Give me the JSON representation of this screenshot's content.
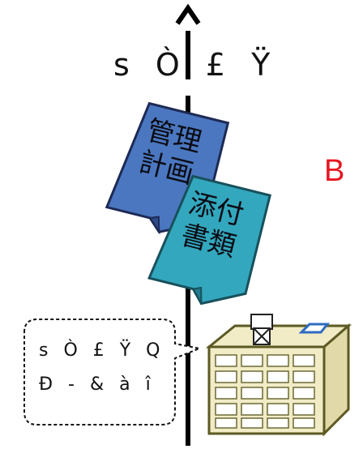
{
  "axis": {
    "label": "s Ò £ Ÿ"
  },
  "side_mark": "B",
  "documents": [
    {
      "name": "management-plan",
      "line1": "管理",
      "line2": "計画",
      "color": "#4a77bf"
    },
    {
      "name": "attached-documents",
      "line1": "添付",
      "line2": "書類",
      "color": "#33a7bd"
    }
  ],
  "speech_bubble": {
    "line1": "s Ò £ Ÿ Q",
    "line2": "Ð - & à î"
  },
  "building": {
    "icon": "condominium-building-icon",
    "wall_color": "#f1ebc6",
    "outline_color": "#5c5a22"
  }
}
